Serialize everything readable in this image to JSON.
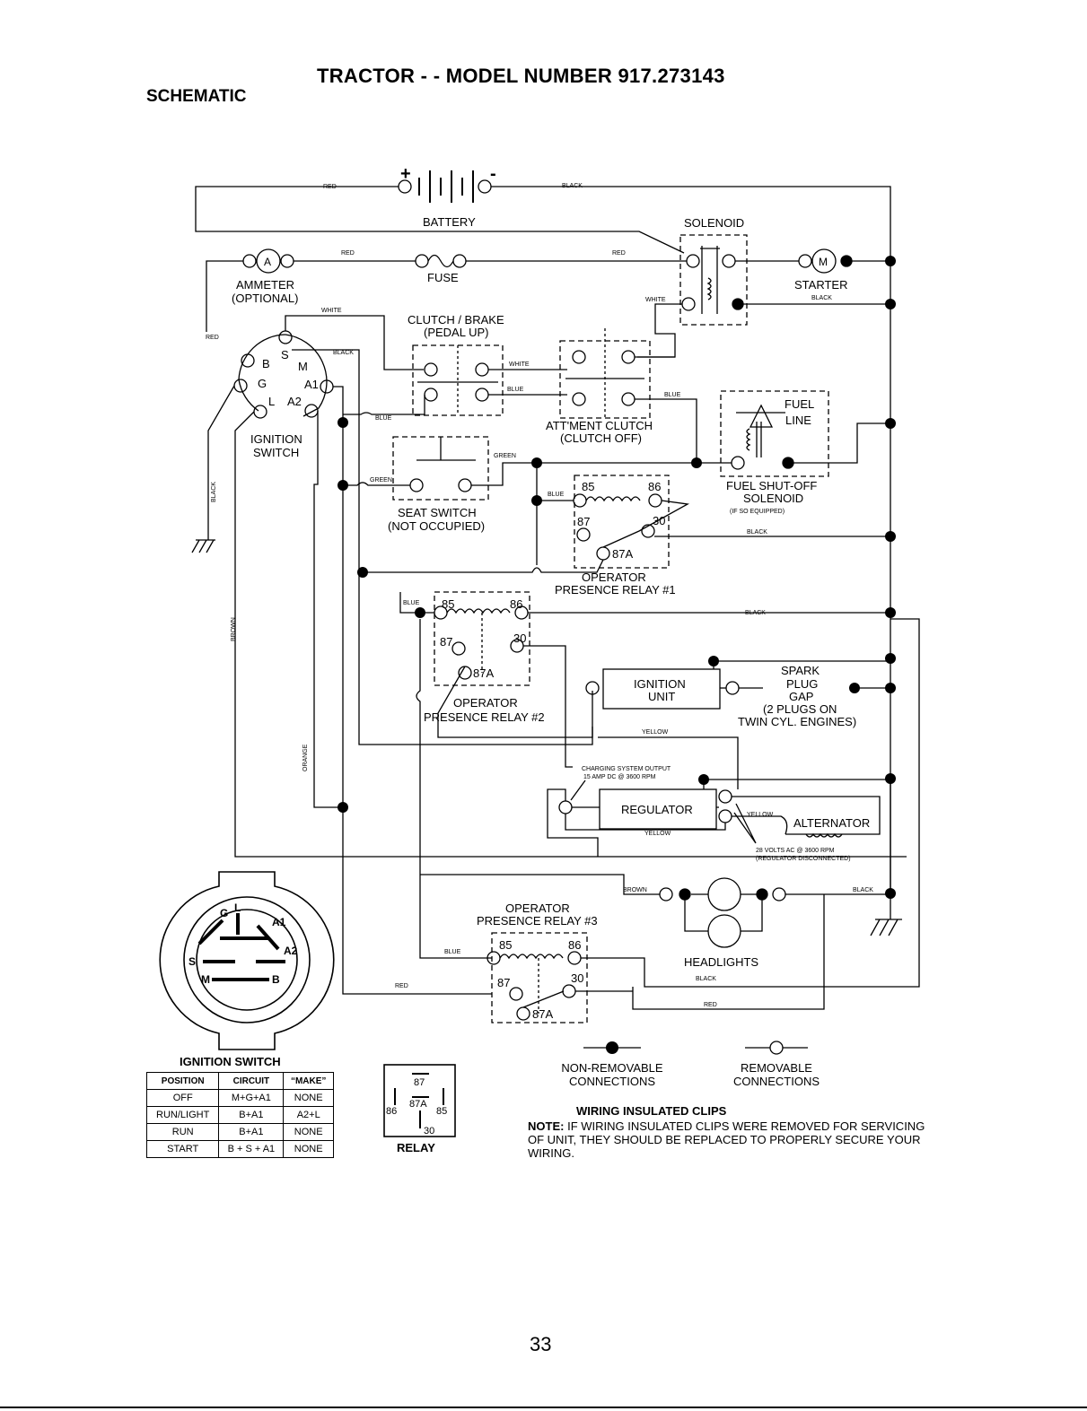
{
  "header": {
    "title": "TRACTOR - - MODEL NUMBER  917.273143",
    "section": "SCHEMATIC"
  },
  "components": {
    "battery": "BATTERY",
    "battery_plus": "+",
    "battery_minus": "-",
    "solenoid": "SOLENOID",
    "ammeter": "AMMETER",
    "ammeter_opt": "(OPTIONAL)",
    "ammeter_symbol": "A",
    "fuse": "FUSE",
    "starter": "STARTER",
    "starter_symbol": "M",
    "clutch_brake": "CLUTCH / BRAKE",
    "clutch_brake_sub": "(PEDAL UP)",
    "attment_clutch": "ATT'MENT CLUTCH",
    "attment_clutch_sub": "(CLUTCH OFF)",
    "fuel": "FUEL",
    "fuel_line": "LINE",
    "fuel_solenoid": "FUEL SHUT-OFF",
    "fuel_solenoid2": "SOLENOID",
    "fuel_solenoid_sub": "(IF SO EQUIPPED)",
    "ignition_switch": "IGNITION",
    "ignition_switch2": "SWITCH",
    "seat_switch": "SEAT SWITCH",
    "seat_switch_sub": "(NOT OCCUPIED)",
    "relay1": "OPERATOR",
    "relay1b": "PRESENCE RELAY #1",
    "relay2": "OPERATOR",
    "relay2b": "PRESENCE RELAY #2",
    "relay3": "OPERATOR",
    "relay3b": "PRESENCE RELAY #3",
    "ignition_unit": "IGNITION",
    "ignition_unit2": "UNIT",
    "spark": "SPARK",
    "spark2": "PLUG",
    "spark3": "GAP",
    "spark4": "(2 PLUGS ON",
    "spark5": "TWIN CYL. ENGINES)",
    "charging": "CHARGING SYSTEM OUTPUT",
    "charging2": "15 AMP DC @ 3600 RPM",
    "regulator": "REGULATOR",
    "alternator": "ALTERNATOR",
    "alt_volts": "28 VOLTS AC @ 3600 RPM",
    "alt_volts2": "(REGULATOR DISCONNECTED)",
    "headlights": "HEADLIGHTS",
    "relay_pins": [
      "85",
      "86",
      "87",
      "30",
      "87A"
    ]
  },
  "switch_terminals": [
    "B",
    "S",
    "M",
    "G",
    "A1",
    "L",
    "A2"
  ],
  "wires": {
    "red": "RED",
    "black": "BLACK",
    "white": "WHITE",
    "blue": "BLUE",
    "green": "GREEN",
    "brown": "BROWN",
    "orange": "ORANGE",
    "yellow": "YELLOW"
  },
  "ignition_table": {
    "title": "IGNITION SWITCH",
    "headers": [
      "POSITION",
      "CIRCUIT",
      "“MAKE”"
    ],
    "rows": [
      [
        "OFF",
        "M+G+A1",
        "NONE"
      ],
      [
        "RUN/LIGHT",
        "B+A1",
        "A2+L"
      ],
      [
        "RUN",
        "B+A1",
        "NONE"
      ],
      [
        "START",
        "B + S + A1",
        "NONE"
      ]
    ]
  },
  "switch_face": [
    "G",
    "L",
    "A1",
    "A2",
    "S",
    "M",
    "B"
  ],
  "relay_symbol": {
    "label": "RELAY",
    "pins": [
      "87",
      "86",
      "87A",
      "85",
      "30"
    ]
  },
  "legend": {
    "non_removable": "NON-REMOVABLE",
    "non_removable2": "CONNECTIONS",
    "removable": "REMOVABLE",
    "removable2": "CONNECTIONS",
    "clips_title": "WIRING INSULATED CLIPS",
    "note_label": "NOTE:",
    "note_text": "IF WIRING INSULATED CLIPS WERE REMOVED FOR SERVICING OF UNIT, THEY SHOULD BE REPLACED TO PROPERLY SECURE YOUR WIRING."
  },
  "page_number": "33"
}
